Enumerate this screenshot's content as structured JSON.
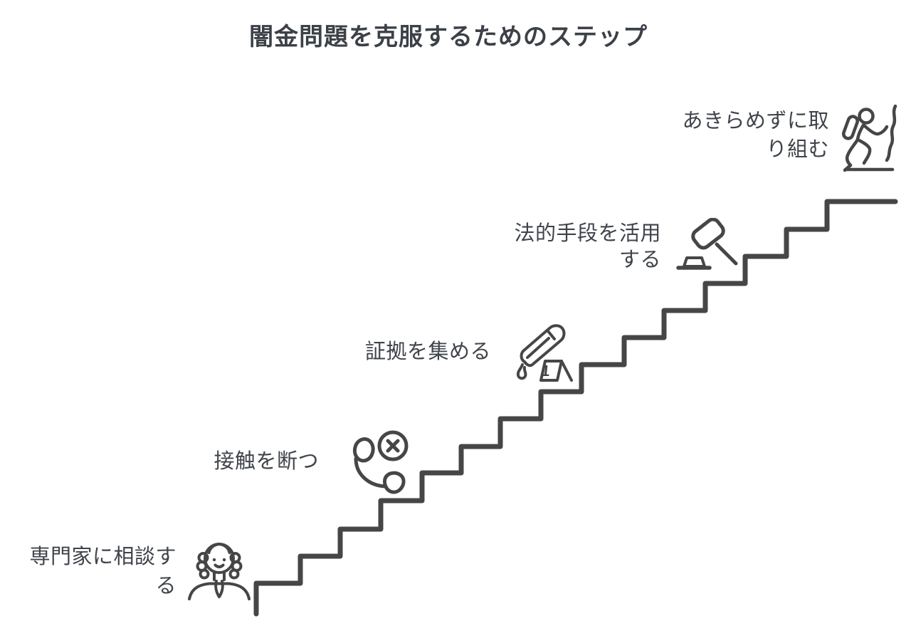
{
  "title": "闇金問題を克服するためのステップ",
  "steps": [
    {
      "label": "専門家に相談する",
      "label_lines": [
        "専門家に相談す",
        "る"
      ],
      "icon": "judge-icon"
    },
    {
      "label": "接触を断つ",
      "label_lines": [
        "接触を断つ"
      ],
      "icon": "blocked-phone-icon"
    },
    {
      "label": "証拠を集める",
      "label_lines": [
        "証拠を集める"
      ],
      "icon": "evidence-knife-icon"
    },
    {
      "label": "法的手段を活用する",
      "label_lines": [
        "法的手段を活用",
        "する"
      ],
      "icon": "gavel-icon"
    },
    {
      "label": "あきらめずに取り組む",
      "label_lines": [
        "あきらめずに取",
        "り組む"
      ],
      "icon": "climber-icon"
    }
  ],
  "evidence_marker": {
    "number": "1"
  },
  "colors": {
    "line_art": "#464646",
    "text": "#3f434a",
    "background": "#ffffff"
  }
}
